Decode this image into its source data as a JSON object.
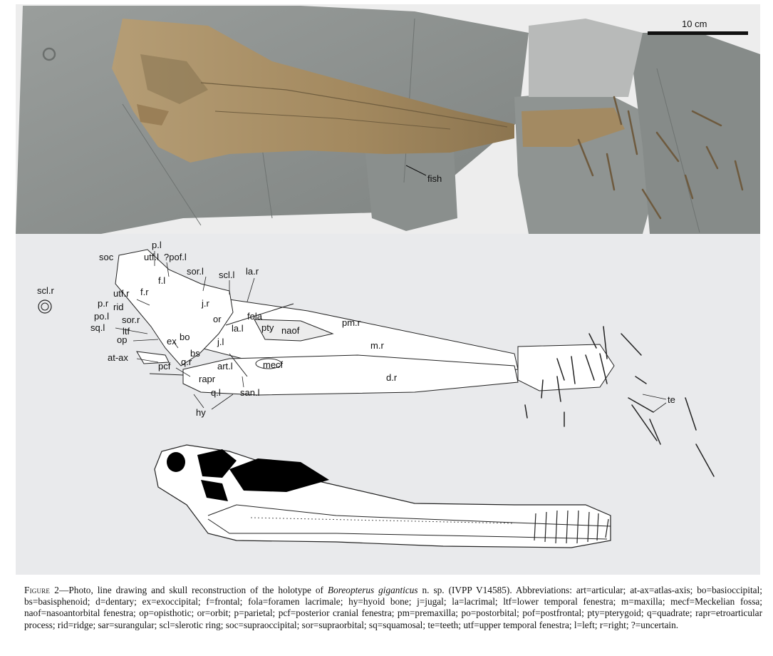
{
  "figure": {
    "scale_bar_label": "10 cm",
    "photo_label_fish": "fish",
    "drawing_labels": {
      "soc": "soc",
      "p_l": "p.l",
      "utf_l": "utf.l",
      "pof_l": "?pof.l",
      "sor_l": "sor.l",
      "scl_l": "scl.l",
      "la_r": "la.r",
      "scl_r": "scl.r",
      "f_l": "f.l",
      "utf_r": "utf.r",
      "f_r": "f.r",
      "p_r": "p.r",
      "rid": "rid",
      "j_r": "j.r",
      "po_l": "po.l",
      "sor_r": "sor.r",
      "or": "or",
      "fola": "fola",
      "sq_l": "sq.l",
      "ltf": "ltf",
      "la_l": "la.l",
      "pty": "pty",
      "naof": "naof",
      "pm_r": "pm.r",
      "op": "op",
      "ex": "ex",
      "bo": "bo",
      "j_l": "j.l",
      "m_r": "m.r",
      "at_ax": "at-ax",
      "q_r": "q.r",
      "bs": "bs",
      "art_l": "art.l",
      "mecf": "mecf",
      "pcf": "pcf",
      "rapr": "rapr",
      "d_r": "d.r",
      "q_l": "q.l",
      "san_l": "san.l",
      "te": "te",
      "hy": "hy"
    }
  },
  "caption": {
    "label": "Figure 2",
    "text_before_taxon": "—Photo, line drawing and skull reconstruction of the holotype of ",
    "taxon": "Boreopterus giganticus",
    "text_after_taxon": " n. sp. (IVPP V14585). Abbreviations: art=articular; at-ax=atlas-axis; bo=basioccipital; bs=basisphenoid; d=dentary; ex=exoccipital; f=frontal; fola=foramen lacrimale; hy=hyoid bone; j=jugal; la=lacrimal; ltf=lower temporal fenestra; m=maxilla; mecf=Meckelian fossa; naof=nasoantorbital fenestra; op=opisthotic; or=orbit; p=parietal; pcf=posterior cranial fenestra; pm=premaxilla; po=postorbital; pof=postfrontal; pty=pterygoid; q=quadrate; rapr=etroarticular process; rid=ridge; sar=surangular; scl=slerotic ring; soc=supraoccipital; sor=supraorbital; sq=squamosal; te=teeth; utf=upper temporal fenestra; l=left; r=right; ?=uncertain."
  },
  "colors": {
    "photo_background": "#ededed",
    "slab_gray": "#8d9190",
    "bone_tan": "#a08a63",
    "panel_background": "#e9eaec",
    "fenestra_black": "#000000"
  }
}
